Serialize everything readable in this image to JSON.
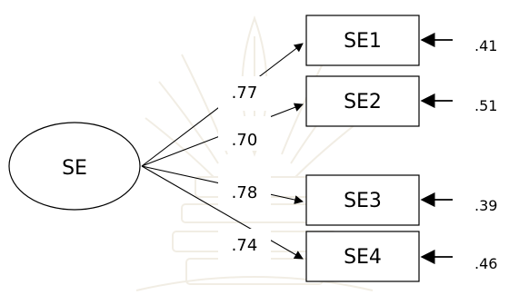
{
  "latent": {
    "label": "SE"
  },
  "indicators": [
    {
      "label": "SE1",
      "loading": ".77",
      "error": ".41"
    },
    {
      "label": "SE2",
      "loading": ".70",
      "error": ".51"
    },
    {
      "label": "SE3",
      "loading": ".78",
      "error": ".39"
    },
    {
      "label": "SE4",
      "loading": ".74",
      "error": ".46"
    }
  ],
  "colors": {
    "stroke": "#000000",
    "background": "#ffffff",
    "watermark": "#e9e1cf"
  }
}
